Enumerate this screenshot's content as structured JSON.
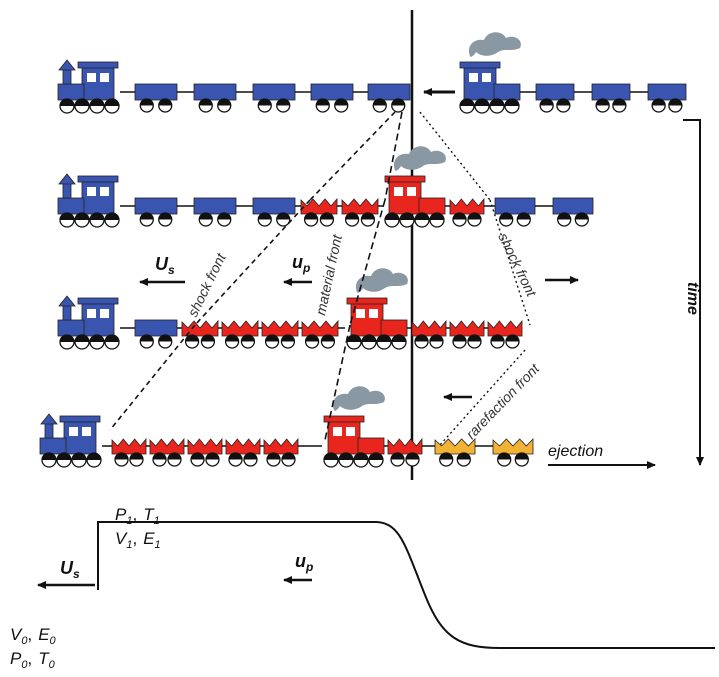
{
  "labels": {
    "time": "time",
    "us_symbol": "U",
    "us_sub": "s",
    "up_symbol": "u",
    "up_sub": "p",
    "shock_front": "shock front",
    "material_front": "material front",
    "rarefaction_front": "rarefaction front",
    "ejection": "ejection",
    "state1_top_a": "P",
    "state1_top_a_sub": "1",
    "state1_top_b": "T",
    "state1_top_b_sub": "1",
    "state1_bot_a": "V",
    "state1_bot_a_sub": "1",
    "state1_bot_b": "E",
    "state1_bot_b_sub": "1",
    "state0_top_a": "V",
    "state0_top_a_sub": "0",
    "state0_top_b": "E",
    "state0_top_b_sub": "0",
    "state0_bot_a": "P",
    "state0_bot_a_sub": "0",
    "state0_bot_b": "T",
    "state0_bot_b_sub": "0",
    "comma": ","
  },
  "colors": {
    "uncompressed_car": "#3a55b0",
    "compressed_car": "#e8261e",
    "ejected_car": "#f2b233",
    "smoke": "#8a98a4",
    "line": "#111111"
  }
}
